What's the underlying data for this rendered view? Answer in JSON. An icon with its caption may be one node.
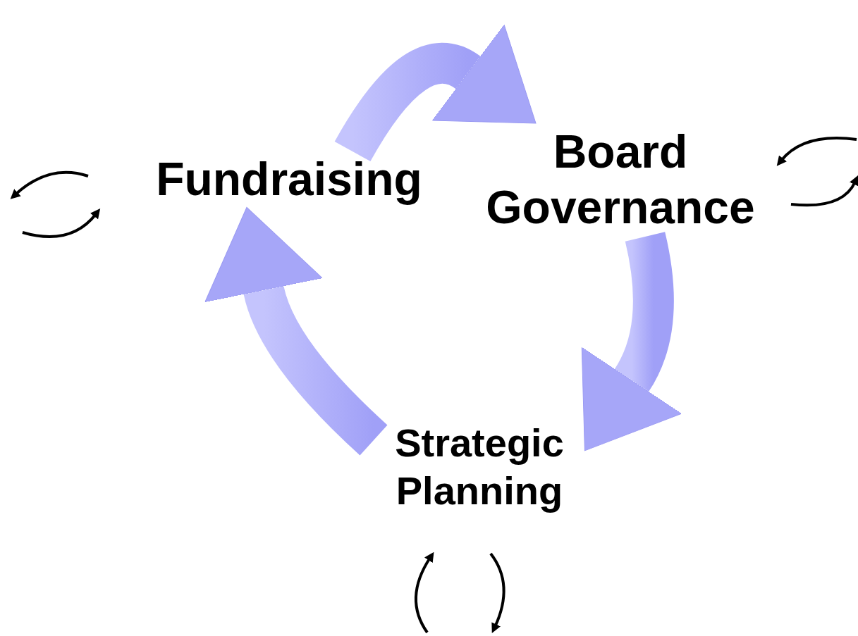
{
  "diagram": {
    "nodes": [
      {
        "text": [
          "Fundraising"
        ]
      },
      {
        "text": [
          "Board Governance"
        ]
      },
      {
        "text": [
          "Strategic Planning"
        ]
      }
    ],
    "edges": [
      {
        "from": 0,
        "to": 1,
        "arrow": "to",
        "style": "thick"
      },
      {
        "from": 1,
        "to": 2,
        "arrow": "to",
        "style": "thick"
      },
      {
        "from": 2,
        "to": 0,
        "arrow": "to",
        "style": "thick"
      }
    ]
  }
}
